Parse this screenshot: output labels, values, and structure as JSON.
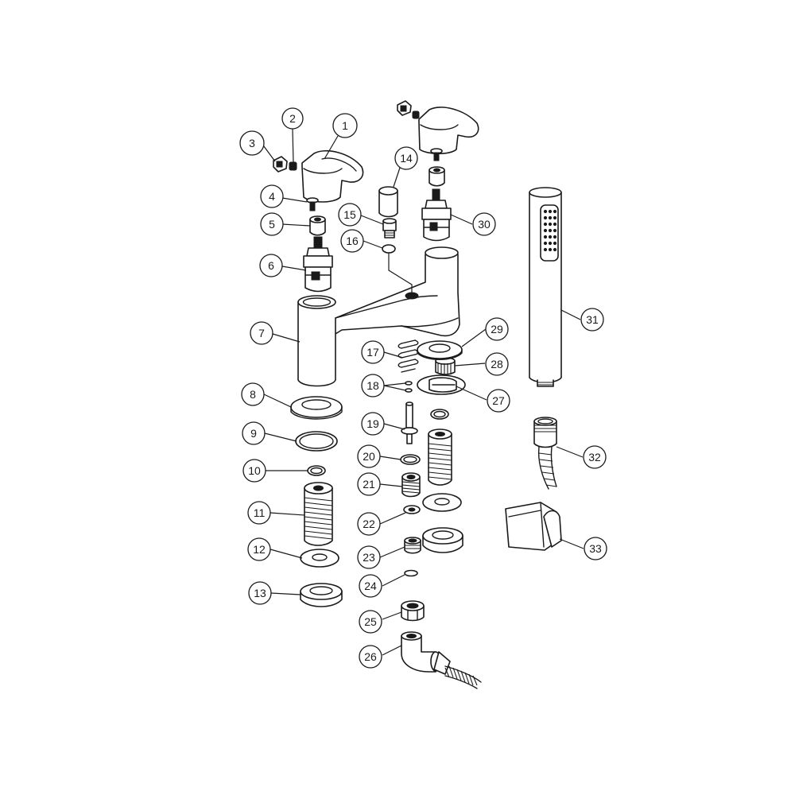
{
  "diagram": {
    "callouts": [
      {
        "label": "1"
      },
      {
        "label": "2"
      },
      {
        "label": "3"
      },
      {
        "label": "4"
      },
      {
        "label": "5"
      },
      {
        "label": "6"
      },
      {
        "label": "7"
      },
      {
        "label": "8"
      },
      {
        "label": "9"
      },
      {
        "label": "10"
      },
      {
        "label": "11"
      },
      {
        "label": "12"
      },
      {
        "label": "13"
      },
      {
        "label": "14"
      },
      {
        "label": "15"
      },
      {
        "label": "16"
      },
      {
        "label": "17"
      },
      {
        "label": "18"
      },
      {
        "label": "19"
      },
      {
        "label": "20"
      },
      {
        "label": "21"
      },
      {
        "label": "22"
      },
      {
        "label": "23"
      },
      {
        "label": "24"
      },
      {
        "label": "25"
      },
      {
        "label": "26"
      },
      {
        "label": "27"
      },
      {
        "label": "28"
      },
      {
        "label": "29"
      },
      {
        "label": "30"
      },
      {
        "label": "31"
      },
      {
        "label": "32"
      },
      {
        "label": "33"
      }
    ]
  }
}
